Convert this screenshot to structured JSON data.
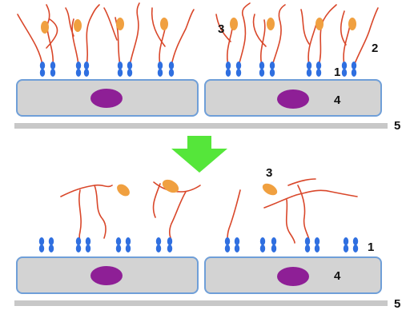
{
  "labels": {
    "one": "1",
    "two": "2",
    "three": "3",
    "four": "4",
    "five": "5"
  },
  "colors": {
    "cell_fill": "#d3d3d3",
    "cell_border": "#6f9fd8",
    "nucleus": "#8e1f96",
    "receptor": "#2f6fe0",
    "fiber": "#d9472a",
    "particle": "#f0a040",
    "arrow": "#55e63a",
    "substrate": "#c8c8c8"
  }
}
